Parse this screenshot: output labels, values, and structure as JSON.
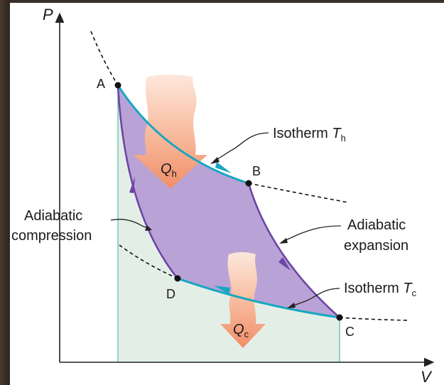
{
  "axes": {
    "y_label": "P",
    "x_label": "V"
  },
  "points": {
    "A": "A",
    "B": "B",
    "C": "C",
    "D": "D"
  },
  "heat": {
    "hot": {
      "main": "Q",
      "sub": "h"
    },
    "cold": {
      "main": "Q",
      "sub": "c"
    }
  },
  "labels": {
    "isotherm_hot": {
      "text": "Isotherm ",
      "var": "T",
      "sub": "h"
    },
    "isotherm_cold": {
      "text": "Isotherm ",
      "var": "T",
      "sub": "c"
    },
    "adiabatic_expansion": {
      "line1": "Adiabatic",
      "line2": "expansion"
    },
    "adiabatic_compression": {
      "line1": "Adiabatic",
      "line2": "compression"
    }
  },
  "colors": {
    "cycle_fill": "#b9a3d6",
    "work_fill": "#e3efe6",
    "isotherm": "#17a7c2",
    "adiabat": "#6e45a6",
    "heat_arrow": "#f29a76"
  }
}
